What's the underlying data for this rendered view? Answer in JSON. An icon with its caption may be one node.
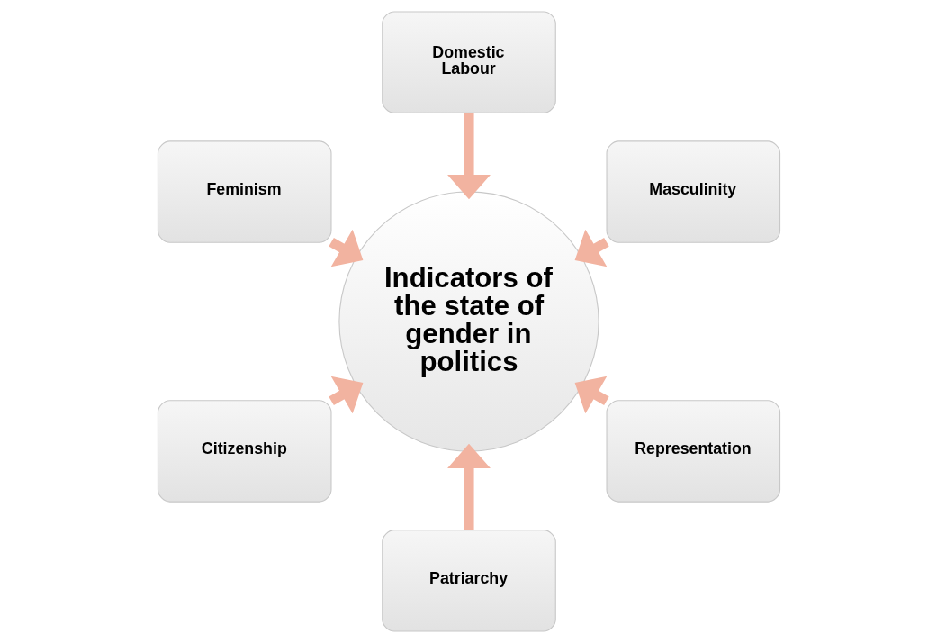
{
  "diagram": {
    "nodes": [
      {
        "text": [
          "Masculinity"
        ]
      },
      {
        "text": [
          "Domestic Labour"
        ]
      },
      {
        "text": [
          "Feminism"
        ]
      },
      {
        "text": [
          "Citizenship"
        ]
      },
      {
        "text": [
          "Patriarchy"
        ]
      },
      {
        "text": [
          "Indicators of the state of gender in politics"
        ]
      },
      {
        "text": [
          "Representation"
        ]
      }
    ],
    "edges": [
      {
        "from": 0,
        "to": 5,
        "arrow": "to"
      },
      {
        "from": 1,
        "to": 5,
        "arrow": "to"
      },
      {
        "from": 2,
        "to": 5,
        "arrow": "to"
      },
      {
        "from": 3,
        "to": 5,
        "arrow": "to"
      },
      {
        "from": 4,
        "to": 5,
        "arrow": "to"
      },
      {
        "from": 6,
        "to": 5,
        "arrow": "to"
      }
    ]
  }
}
